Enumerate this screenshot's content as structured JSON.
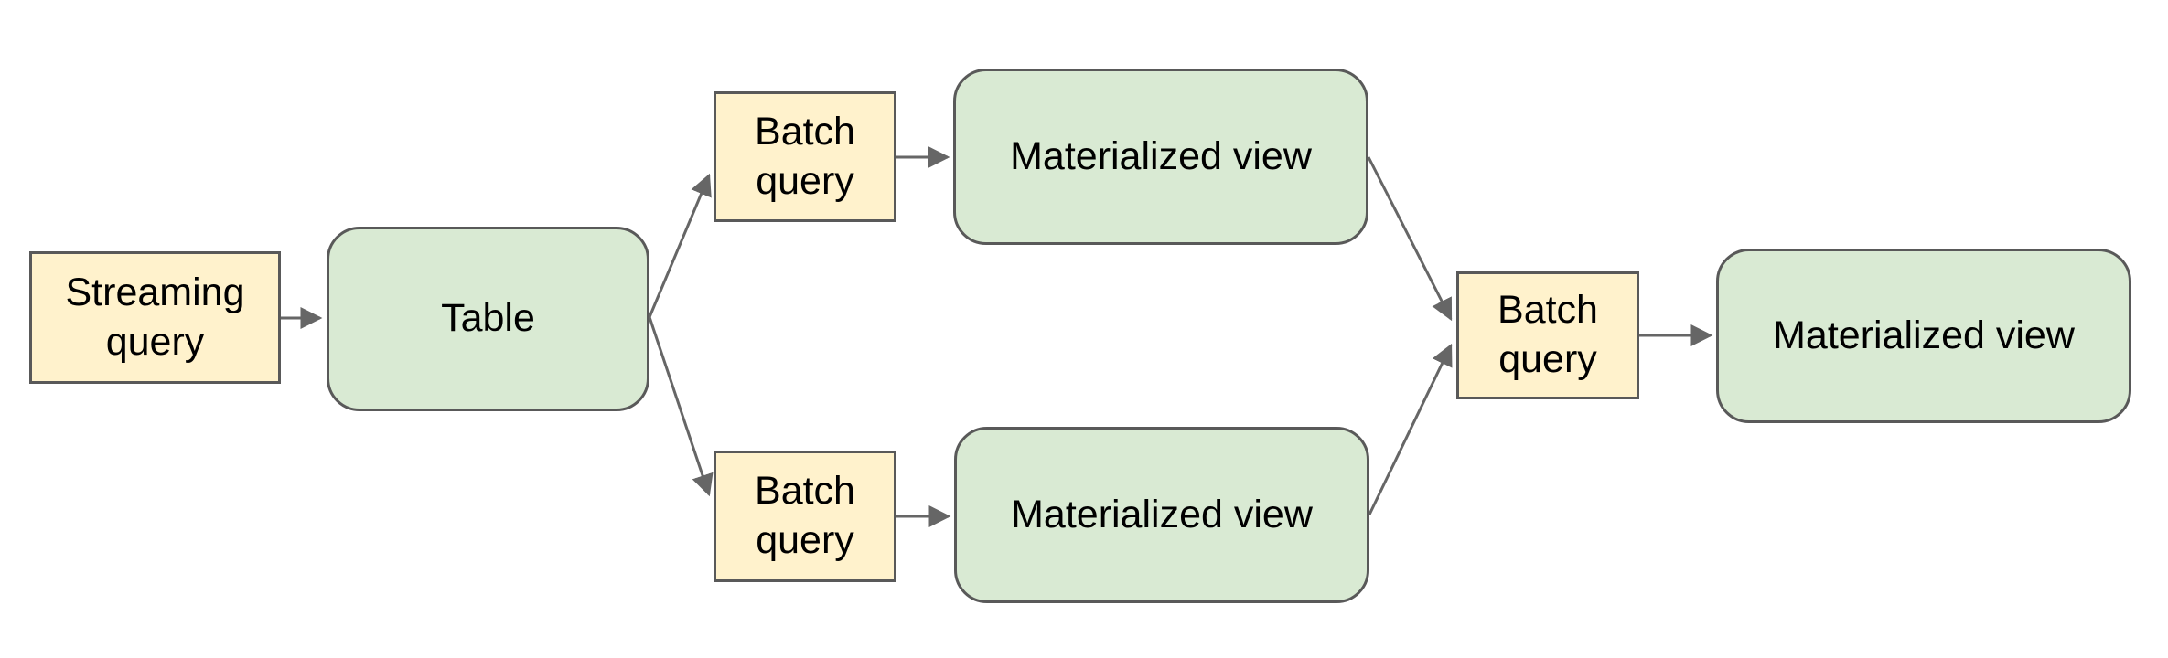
{
  "colors": {
    "background": "#ffffff",
    "node_yellow": "#fff2cc",
    "node_green": "#d9ead3",
    "border": "#595959",
    "arrow": "#666666",
    "text": "#000000"
  },
  "diagram": {
    "type": "flowchart",
    "nodes": {
      "streaming_query": {
        "label": "Streaming query",
        "shape": "rect",
        "fill": "yellow"
      },
      "table": {
        "label": "Table",
        "shape": "rounded",
        "fill": "green"
      },
      "batch_query_top": {
        "label": "Batch query",
        "shape": "rect",
        "fill": "yellow"
      },
      "materialized_view_top": {
        "label": "Materialized view",
        "shape": "rounded",
        "fill": "green"
      },
      "batch_query_bottom": {
        "label": "Batch query",
        "shape": "rect",
        "fill": "yellow"
      },
      "materialized_view_bottom": {
        "label": "Materialized view",
        "shape": "rounded",
        "fill": "green"
      },
      "batch_query_right": {
        "label": "Batch query",
        "shape": "rect",
        "fill": "yellow"
      },
      "materialized_view_right": {
        "label": "Materialized view",
        "shape": "rounded",
        "fill": "green"
      }
    },
    "edges": [
      {
        "from": "streaming_query",
        "to": "table"
      },
      {
        "from": "table",
        "to": "batch_query_top"
      },
      {
        "from": "table",
        "to": "batch_query_bottom"
      },
      {
        "from": "batch_query_top",
        "to": "materialized_view_top"
      },
      {
        "from": "batch_query_bottom",
        "to": "materialized_view_bottom"
      },
      {
        "from": "materialized_view_top",
        "to": "batch_query_right"
      },
      {
        "from": "materialized_view_bottom",
        "to": "batch_query_right"
      },
      {
        "from": "batch_query_right",
        "to": "materialized_view_right"
      }
    ]
  }
}
